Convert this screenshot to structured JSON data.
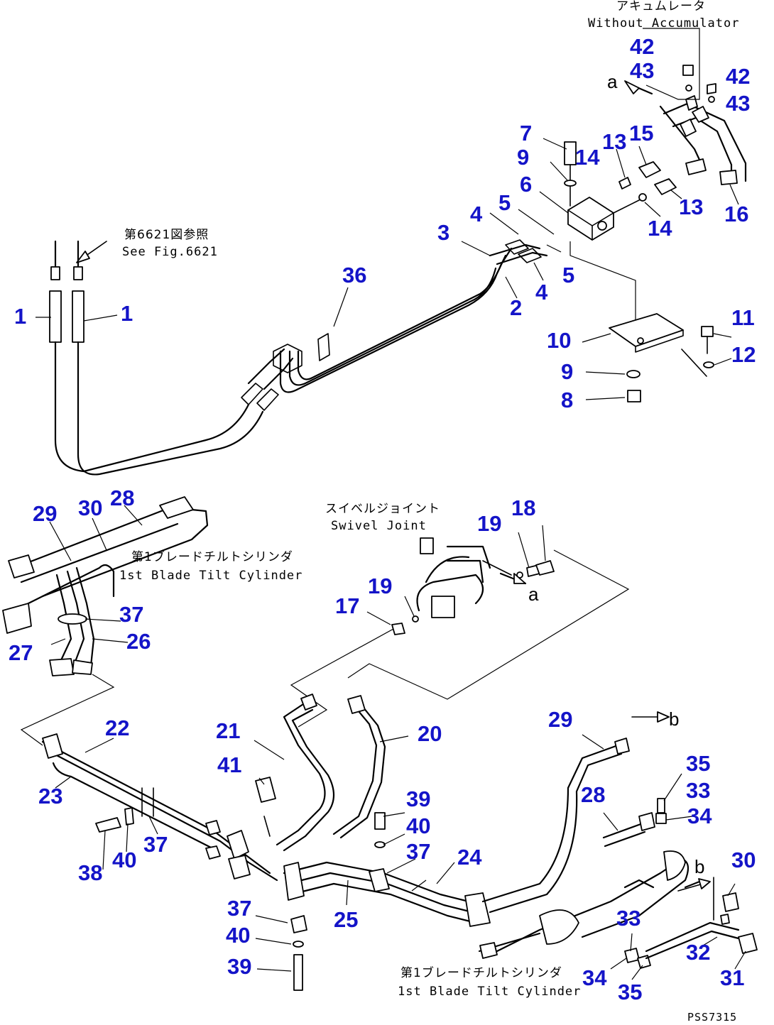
{
  "figure_code": "PSS7315",
  "annotations": {
    "without_accumulator_jp": "アキュムレータ",
    "without_accumulator_en": "Without Accumulator",
    "see_fig_jp": "第6621図参照",
    "see_fig_en": "See Fig.6621",
    "swivel_joint_jp": "スイベルジョイント",
    "swivel_joint_en": "Swivel Joint",
    "blade_tilt_upper_jp": "第1ブレードチルトシリンダ",
    "blade_tilt_upper_en": "1st Blade Tilt Cylinder",
    "blade_tilt_lower_jp": "第1ブレードチルトシリンダ",
    "blade_tilt_lower_en": "1st Blade Tilt Cylinder"
  },
  "connection_labels": {
    "a_top": "a",
    "a_mid": "a",
    "b_right": "b",
    "b_lower": "b"
  },
  "callouts": {
    "c42a": "42",
    "c43a": "43",
    "c42b": "42",
    "c43b": "43",
    "c7": "7",
    "c9a": "9",
    "c14a": "14",
    "c13a": "13",
    "c15": "15",
    "c6": "6",
    "c13b": "13",
    "c16": "16",
    "c14b": "14",
    "c4a": "4",
    "c5a": "5",
    "c3": "3",
    "c5b": "5",
    "c4b": "4",
    "c2": "2",
    "c36": "36",
    "c1a": "1",
    "c1b": "1",
    "c11": "11",
    "c10": "10",
    "c12": "12",
    "c9b": "9",
    "c8": "8",
    "c29a": "29",
    "c30a": "30",
    "c28a": "28",
    "c18": "18",
    "c19a": "19",
    "c19b": "19",
    "c17": "17",
    "c37a": "37",
    "c27": "27",
    "c26": "26",
    "c22": "22",
    "c23": "23",
    "c21": "21",
    "c20": "20",
    "c41": "41",
    "c29b": "29",
    "c35a": "35",
    "c33a": "33",
    "c28b": "28",
    "c34a": "34",
    "c39a": "39",
    "c40a": "40",
    "c37b": "37",
    "c24": "24",
    "c38": "38",
    "c40b": "40",
    "c37c": "37",
    "c30b": "30",
    "c25": "25",
    "c37d": "37",
    "c40c": "40",
    "c39b": "39",
    "c33b": "33",
    "c32": "32",
    "c34b": "34",
    "c35b": "35",
    "c31": "31"
  }
}
